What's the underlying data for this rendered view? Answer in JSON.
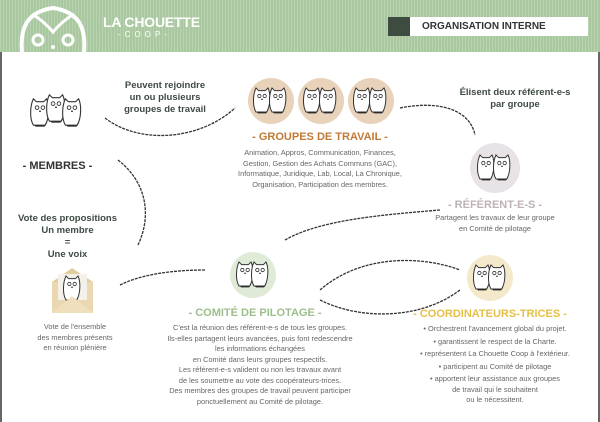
{
  "header": {
    "brand": "LA CHOUETTE",
    "brand_sub": "-COOP-",
    "section_title": "ORGANISATION INTERNE"
  },
  "membres": {
    "title": "- MEMBRES -",
    "join_label": [
      "Peuvent rejoindre",
      "un ou plusieurs",
      "groupes de travail"
    ],
    "vote_label": [
      "Vote des propositions",
      "Un membre",
      "=",
      "Une voix"
    ],
    "vote_desc": [
      "Vote de l'ensemble",
      "des membres présents",
      "en réunion plénière"
    ]
  },
  "groupes": {
    "title": "- GROUPES DE TRAVAIL -",
    "desc": [
      "Animation, Appros, Communication, Finances,",
      "Gestion, Gestion des Achats Communs (GAC),",
      "Informatique, Juridique, Lab, Local, La Chronique,",
      "Organisation, Participation des membres."
    ],
    "elect_label": [
      "Élisent deux référent-e-s",
      "par groupe"
    ]
  },
  "referents": {
    "title": "- RÉFÉRENT-E-S -",
    "desc": [
      "Partagent les travaux de leur groupe",
      "en Comité de pilotage"
    ]
  },
  "comite": {
    "title": "- COMITÉ DE PILOTAGE -",
    "desc": [
      "C'est la réunion des référent-e-s de tous les groupes.",
      "Ils-elles partagent leurs avancées, puis font redescendre",
      "les informations échangées",
      "en Comité dans leurs groupes respectifs.",
      "Les référent-e-s valident ou non les travaux avant",
      "de les soumettre au vote des coopérateurs-trices.",
      "Des membres des groupes de travail peuvent participer",
      "ponctuellement au Comité de pilotage."
    ]
  },
  "coordinateurs": {
    "title": "- COORDINATEURS-TRICES -",
    "desc": [
      "• Orchestrent l'avancement global du projet.",
      "• garantissent le respect de la Charte.",
      "• représentent La Chouette Coop à l'extérieur.",
      "• participent au Comité de pilotage",
      "• apportent leur assistance aux groupes",
      "de travail qui le souhaitent",
      "ou le nécessitent."
    ]
  },
  "colors": {
    "header": "#a9c8a0",
    "groupes": "#c07a35",
    "comite": "#9cbf8c",
    "coordinateurs": "#e6bf45",
    "referents": "#bdb3b8"
  }
}
